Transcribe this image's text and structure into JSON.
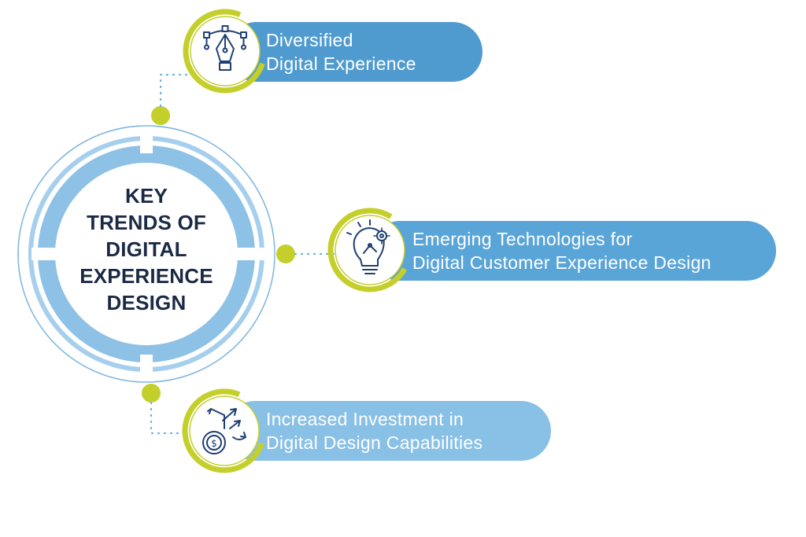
{
  "hub": {
    "lines": [
      "KEY",
      "TRENDS OF",
      "DIGITAL",
      "EXPERIENCE",
      "DESIGN"
    ]
  },
  "trends": [
    {
      "icon": "pen-tool-icon",
      "lines": [
        "Diversified",
        "Digital Experience"
      ]
    },
    {
      "icon": "lightbulb-gear-icon",
      "lines": [
        "Emerging Technologies for",
        "Digital Customer Experience Design"
      ]
    },
    {
      "icon": "investment-arrows-icon",
      "lines": [
        "Increased Investment in",
        "Digital Design Capabilities"
      ]
    }
  ],
  "colors": {
    "accent_green": "#c4cf2c",
    "ring_blue": "#8ec1e6",
    "outline_blue": "#6aaedc",
    "pill_1": "#4f9bcf",
    "pill_2": "#5aa5d8",
    "pill_3": "#89c0e6",
    "icon_navy": "#1f3f73",
    "title_navy": "#1b2a44"
  }
}
